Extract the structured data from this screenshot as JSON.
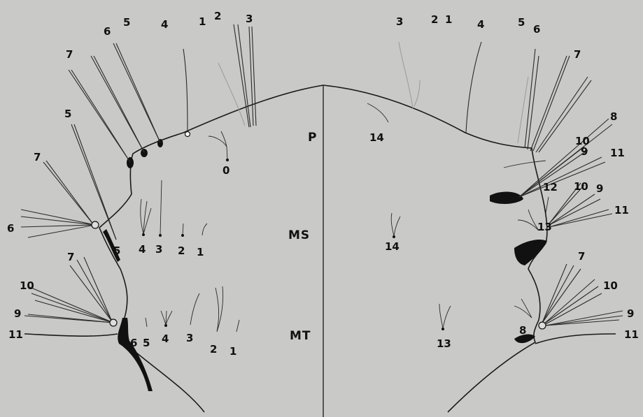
{
  "segments": {
    "prothorax": "P",
    "mesothorax": "MS",
    "metathorax": "MT"
  },
  "left": {
    "top_labels": [
      "1",
      "2",
      "3",
      "4",
      "5",
      "6",
      "7"
    ],
    "prothorax_side": [
      "5",
      "7"
    ],
    "prothorax_inner": "0",
    "meso_labels": [
      "6",
      "5",
      "4",
      "3",
      "2",
      "1"
    ],
    "meta_side": [
      "7",
      "10",
      "9",
      "11"
    ],
    "meta_labels": [
      "6",
      "5",
      "4",
      "3",
      "2",
      "1"
    ]
  },
  "right": {
    "top_labels": [
      "3",
      "2",
      "1",
      "4",
      "5",
      "6",
      "7"
    ],
    "prothorax_labels": [
      "14",
      "8",
      "10",
      "9",
      "11"
    ],
    "meso_labels": [
      "12",
      "10",
      "9",
      "11",
      "13",
      "14"
    ],
    "meta_labels": [
      "7",
      "10",
      "9",
      "8",
      "11",
      "13"
    ]
  }
}
